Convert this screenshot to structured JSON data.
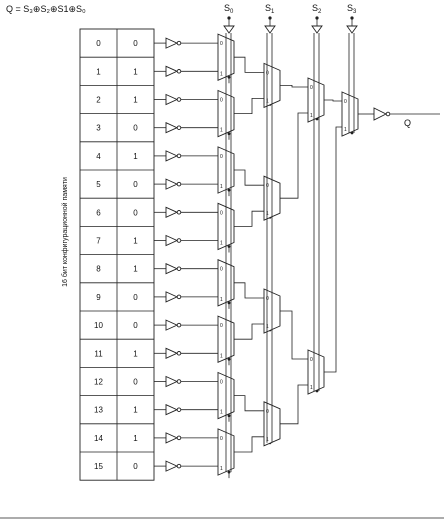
{
  "formula": "Q = S₃⊕S₂⊕S1⊕S₀",
  "side_label": "16 бит конфигурационной памяти",
  "table": {
    "rows": [
      {
        "index": "0",
        "value": "0"
      },
      {
        "index": "1",
        "value": "1"
      },
      {
        "index": "2",
        "value": "1"
      },
      {
        "index": "3",
        "value": "0"
      },
      {
        "index": "4",
        "value": "1"
      },
      {
        "index": "5",
        "value": "0"
      },
      {
        "index": "6",
        "value": "0"
      },
      {
        "index": "7",
        "value": "1"
      },
      {
        "index": "8",
        "value": "1"
      },
      {
        "index": "9",
        "value": "0"
      },
      {
        "index": "10",
        "value": "0"
      },
      {
        "index": "11",
        "value": "1"
      },
      {
        "index": "12",
        "value": "0"
      },
      {
        "index": "13",
        "value": "1"
      },
      {
        "index": "14",
        "value": "1"
      },
      {
        "index": "15",
        "value": "0"
      }
    ]
  },
  "selects": [
    {
      "main": "S",
      "sub": "0"
    },
    {
      "main": "S",
      "sub": "1"
    },
    {
      "main": "S",
      "sub": "2"
    },
    {
      "main": "S",
      "sub": "3"
    }
  ],
  "mux_in0": "0",
  "mux_in1": "1",
  "output_label": "Q"
}
